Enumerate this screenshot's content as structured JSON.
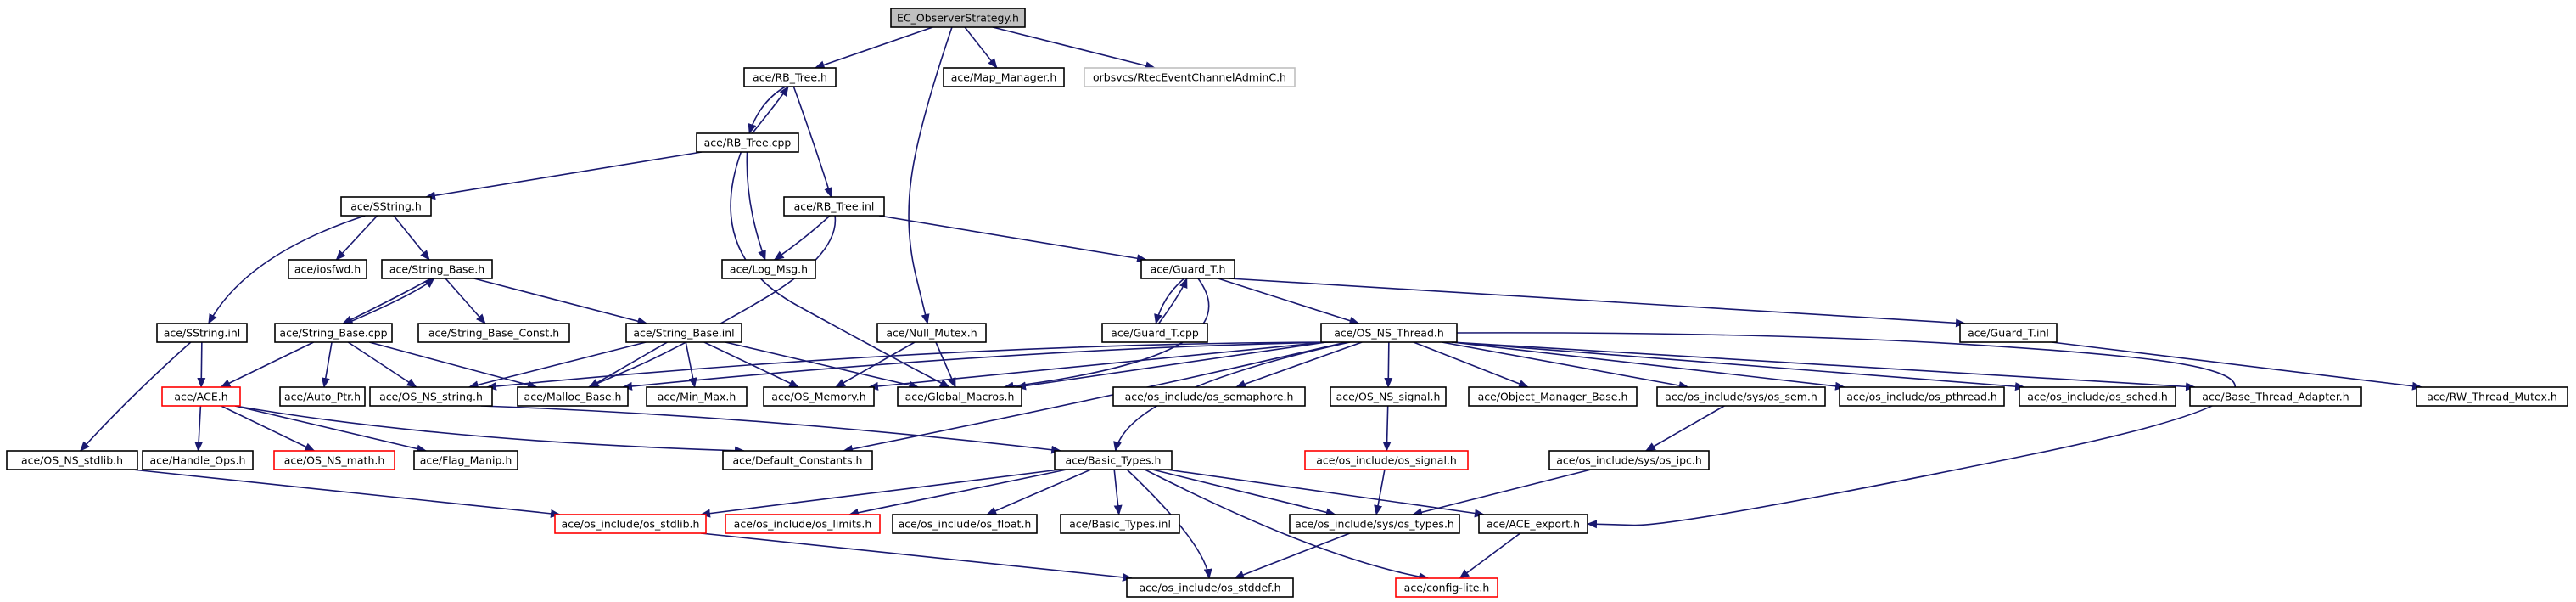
{
  "diagram": {
    "nodes": {
      "ec_observer_strategy": "EC_ObserverStrategy.h",
      "rb_tree_h": "ace/RB_Tree.h",
      "map_manager": "ace/Map_Manager.h",
      "rtec_admin": "orbsvcs/RtecEventChannelAdminC.h",
      "rb_tree_cpp": "ace/RB_Tree.cpp",
      "sstring_h": "ace/SString.h",
      "rb_tree_inl": "ace/RB_Tree.inl",
      "iosfwd": "ace/iosfwd.h",
      "string_base_h": "ace/String_Base.h",
      "log_msg": "ace/Log_Msg.h",
      "guard_t_h": "ace/Guard_T.h",
      "sstring_inl": "ace/SString.inl",
      "string_base_cpp": "ace/String_Base.cpp",
      "string_base_const": "ace/String_Base_Const.h",
      "string_base_inl": "ace/String_Base.inl",
      "null_mutex": "ace/Null_Mutex.h",
      "guard_t_cpp": "ace/Guard_T.cpp",
      "os_ns_thread": "ace/OS_NS_Thread.h",
      "guard_t_inl": "ace/Guard_T.inl",
      "ace_h": "ace/ACE.h",
      "auto_ptr": "ace/Auto_Ptr.h",
      "os_ns_string": "ace/OS_NS_string.h",
      "malloc_base": "ace/Malloc_Base.h",
      "min_max": "ace/Min_Max.h",
      "os_memory": "ace/OS_Memory.h",
      "global_macros": "ace/Global_Macros.h",
      "os_semaphore": "ace/os_include/os_semaphore.h",
      "os_ns_signal": "ace/OS_NS_signal.h",
      "object_manager_base": "ace/Object_Manager_Base.h",
      "os_sem": "ace/os_include/sys/os_sem.h",
      "os_pthread": "ace/os_include/os_pthread.h",
      "os_sched": "ace/os_include/os_sched.h",
      "base_thread_adapter": "ace/Base_Thread_Adapter.h",
      "rw_thread_mutex": "ace/RW_Thread_Mutex.h",
      "os_ns_stdlib": "ace/OS_NS_stdlib.h",
      "handle_ops": "ace/Handle_Ops.h",
      "os_ns_math": "ace/OS_NS_math.h",
      "flag_manip": "ace/Flag_Manip.h",
      "default_constants": "ace/Default_Constants.h",
      "basic_types_h": "ace/Basic_Types.h",
      "os_signal": "ace/os_include/os_signal.h",
      "os_ipc": "ace/os_include/sys/os_ipc.h",
      "os_stdlib": "ace/os_include/os_stdlib.h",
      "os_limits": "ace/os_include/os_limits.h",
      "os_float": "ace/os_include/os_float.h",
      "basic_types_inl": "ace/Basic_Types.inl",
      "os_types": "ace/os_include/sys/os_types.h",
      "ace_export": "ace/ACE_export.h",
      "os_stddef": "ace/os_include/os_stddef.h",
      "config_lite": "ace/config-lite.h"
    },
    "colors": {
      "edge": "#191970",
      "node_border": "#000000",
      "truncated_border": "#ff0000",
      "external_border": "#bfbfbf",
      "root_fill": "#bfbfbf"
    }
  }
}
